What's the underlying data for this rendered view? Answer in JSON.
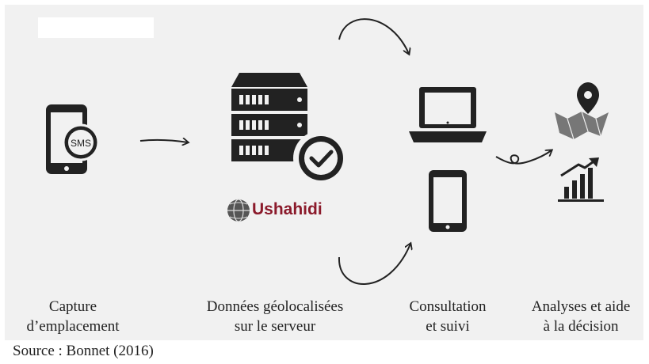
{
  "steps": [
    {
      "line1": "Capture",
      "line2": "d’emplacement"
    },
    {
      "line1": "Données géolocalisées",
      "line2": "sur le serveur"
    },
    {
      "line1": "Consultation",
      "line2": "et suivi"
    },
    {
      "line1": "Analyses et aide",
      "line2": "à la décision"
    }
  ],
  "phone_badge": "SMS",
  "brand": "Ushahidi",
  "source": "Source : Bonnet (2016)",
  "colors": {
    "ink": "#222222",
    "brand": "#8b1a2b",
    "background": "#f1f1f1"
  },
  "icons": [
    "smartphone-icon",
    "server-icon",
    "checkmark-icon",
    "ushahidi-globe-icon",
    "laptop-icon",
    "tablet-icon",
    "map-pin-icon",
    "bar-chart-icon"
  ]
}
